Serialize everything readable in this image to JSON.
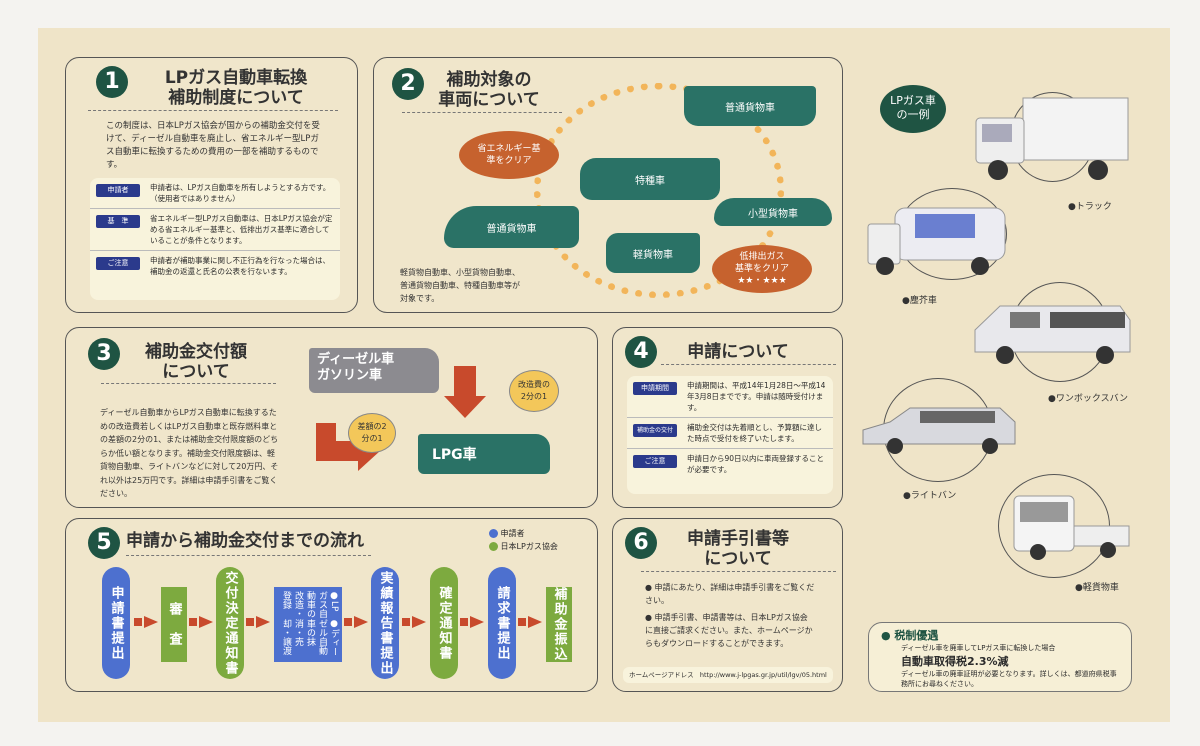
{
  "s1": {
    "num": "1",
    "title1": "LPガス自動車転換",
    "title2": "補助制度について",
    "intro": "この制度は、日本LPガス協会が国からの補助金交付を受けて、ディーゼル自動車を廃止し、省エネルギー型LPガス自動車に転換するための費用の一部を補助するものです。",
    "rows": [
      {
        "tag": "申請者",
        "text": "申請者は、LPガス自動車を所有しようとする方です。（使用者ではありません）"
      },
      {
        "tag": "基　準",
        "text": "省エネルギー型LPガス自動車は、日本LPガス協会が定める省エネルギー基準と、低排出ガス基準に適合していることが条件となります。"
      },
      {
        "tag": "ご注意",
        "text": "申請者が補助事業に関し不正行為を行なった場合は、補助金の返還と氏名の公表を行ないます。"
      }
    ]
  },
  "s2": {
    "num": "2",
    "title1": "補助対象の",
    "title2": "車両について",
    "v1": "普通貨物車",
    "v2": "特種車",
    "v3": "普通貨物車",
    "v4": "小型貨物車",
    "v5": "軽貨物車",
    "oval1": "省エネルギー基準をクリア",
    "oval2a": "低排出ガス",
    "oval2b": "基準をクリア",
    "oval2c": "★★・★★★",
    "note": "軽貨物自動車、小型貨物自動車、普通貨物自動車、特種自動車等が対象です。"
  },
  "s3": {
    "num": "3",
    "title1": "補助金交付額",
    "title2": "について",
    "body": "ディーゼル自動車からLPガス自動車に転換するための改造費若しくはLPガス自動車と既存燃料車との差額の2分の1、または補助金交付限度額のどちらか低い額となります。補助金交付限度額は、軽貨物自動車、ライトバンなどに対して20万円、それ以外は25万円です。詳細は申請手引書をご覧ください。",
    "truck1a": "ディーゼル車",
    "truck1b": "ガソリン車",
    "bubble1": "改造費の2分の1",
    "bubble2": "差額の2分の1",
    "truck2": "LPG車"
  },
  "s4": {
    "num": "4",
    "title": "申請について",
    "rows": [
      {
        "tag": "申請期間",
        "text": "申請期間は、平成14年1月28日〜平成14年3月8日までです。申請は随時受付けます。"
      },
      {
        "tag": "補助金の交付",
        "text": "補助金交付は先着順とし、予算額に達した時点で受付を終了いたします。"
      },
      {
        "tag": "ご注意",
        "text": "申請日から90日以内に車両登録することが必要です。"
      }
    ]
  },
  "s5": {
    "num": "5",
    "title": "申請から補助金交付までの流れ",
    "legend": [
      "申請者",
      "日本LPガス協会"
    ],
    "steps": [
      "申請書提出",
      "審　査",
      "交付決定通知書",
      "",
      "実績報告書提出",
      "確定通知書",
      "請求書提出",
      "補助金振込"
    ],
    "mid1": "●LPガス自動車の改造・登録",
    "mid2": "●ディーゼル自動車の抹消・売却・譲渡"
  },
  "s6": {
    "num": "6",
    "title1": "申請手引書等",
    "title2": "について",
    "b1": "● 申請にあたり、詳細は申請手引書をご覧ください。",
    "b2": "● 申請手引書、申請書等は、日本LPガス協会に直接ご請求ください。また、ホームページからもダウンロードすることができます。",
    "url_label": "ホームページアドレス",
    "url": "http://www.j-lpgas.gr.jp/util/lgv/05.html"
  },
  "examples": {
    "badge1": "LPガス車",
    "badge2": "の一例",
    "items": [
      "●トラック",
      "●塵芥車",
      "●ワンボックスバン",
      "●ライトバン",
      "●軽貨物車"
    ]
  },
  "tax": {
    "title": "● 税制優遇",
    "sub": "ディーゼル車を廃車してLPガス車に転換した場合",
    "main": "自動車取得税2.3%減",
    "note": "ディーゼル車の廃車証明が必要となります。詳しくは、都道府県税事務所にお尋ねください。"
  }
}
